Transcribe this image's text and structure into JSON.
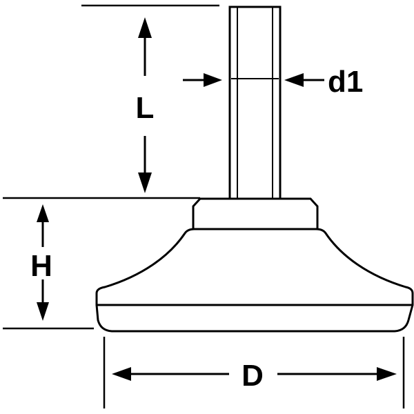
{
  "labels": {
    "length": "L",
    "thread_diameter": "d1",
    "height": "H",
    "base_diameter": "D"
  },
  "colors": {
    "line": "#000000",
    "background": "#ffffff"
  }
}
